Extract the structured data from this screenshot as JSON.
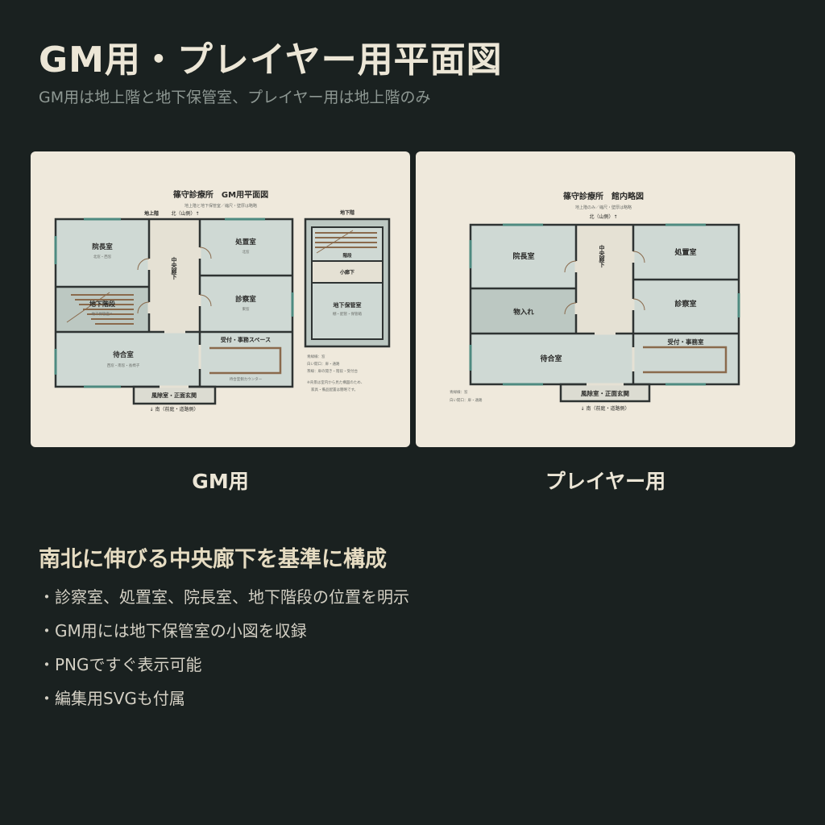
{
  "header": {
    "title": "GM用・プレイヤー用平面図",
    "subtitle": "GM用は地上階と地下保管室、プレイヤー用は地上階のみ"
  },
  "gm_map": {
    "caption": "GM用",
    "title": "篠守診療所　GM用平面図",
    "subtitle": "地上階と地下保管室／縮尺・壁厚は略略",
    "floor_label": "地上階",
    "north_label": "北（山側）↑",
    "south_label": "↓ 南（前庭・道路側）",
    "basement_label": "地下階",
    "rooms": {
      "director": "院長室",
      "director_note": "北窓・西窓",
      "corridor": "中央廊下",
      "treatment": "処置室",
      "treatment_note": "北窓",
      "stairs": "地下階段",
      "stairs_note": "地下保管室へ",
      "exam": "診察室",
      "exam_note": "東窓",
      "waiting": "待合室",
      "waiting_note": "西窓・南窓・長椅子",
      "reception": "受付・事務スペース",
      "counter": "待合室側カウンター",
      "vestibule": "風除室・正面玄関",
      "b_stairs": "階段",
      "b_hall": "小廊下",
      "b_storage": "地下保管室",
      "b_storage_note": "棚・配管・保管箱"
    },
    "legend": [
      "青緑線：窓",
      "白い開口：扉・通路",
      "茶線：扉の開き・階段・受付台"
    ],
    "notes": [
      "※背景は室内から見た構図のため、",
      "家具・備品配置は簡略です。"
    ]
  },
  "player_map": {
    "caption": "プレイヤー用",
    "title": "篠守診療所　館内略図",
    "subtitle": "地上階のみ／縮尺・壁厚は略略",
    "north_label": "北（山側）↑",
    "south_label": "↓ 南（前庭・道路側）",
    "rooms": {
      "director": "院長室",
      "corridor": "中央廊下",
      "treatment": "処置室",
      "storage": "物入れ",
      "exam": "診察室",
      "waiting": "待合室",
      "reception": "受付・事務室",
      "vestibule": "風除室・正面玄関"
    },
    "legend": [
      "青緑線：窓",
      "白い開口：扉・通路"
    ]
  },
  "section": {
    "heading": "南北に伸びる中央廊下を基準に構成",
    "bullets": [
      "診察室、処置室、院長室、地下階段の位置を明示",
      "GM用には地下保管室の小図を収録",
      "PNGですぐ表示可能",
      "編集用SVGも付属"
    ],
    "bullet_mark": "・"
  },
  "colors": {
    "background": "#1a2120",
    "card": "#efe9dc",
    "room_fill": "#cfd9d4",
    "storage_fill": "#bcc8c2",
    "corridor_fill": "#e5e1d4",
    "wall": "#2e3332",
    "window": "#4e8a80",
    "door_swing": "#8a6a4c",
    "heading_accent": "#e6dcc2"
  }
}
